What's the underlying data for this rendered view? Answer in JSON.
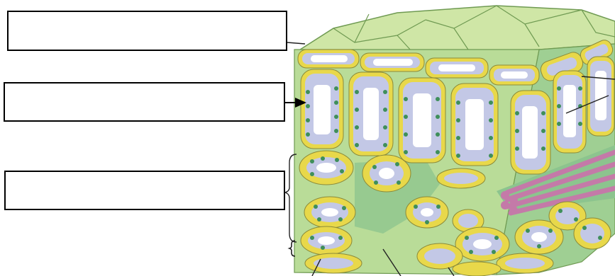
{
  "label_boxes": [
    {
      "id": "label-box-upper-epidermis",
      "text": ""
    },
    {
      "id": "label-box-palisade",
      "text": ""
    },
    {
      "id": "label-box-spongy",
      "text": ""
    }
  ],
  "colors": {
    "cell_fill": "#cfe6a6",
    "cell_wall": "#e8d84a",
    "vacuole": "#c3c8e6",
    "chloroplast": "#3f8f5a",
    "tissue_bg": "#8cc48e",
    "vein": "#c47aa8"
  }
}
